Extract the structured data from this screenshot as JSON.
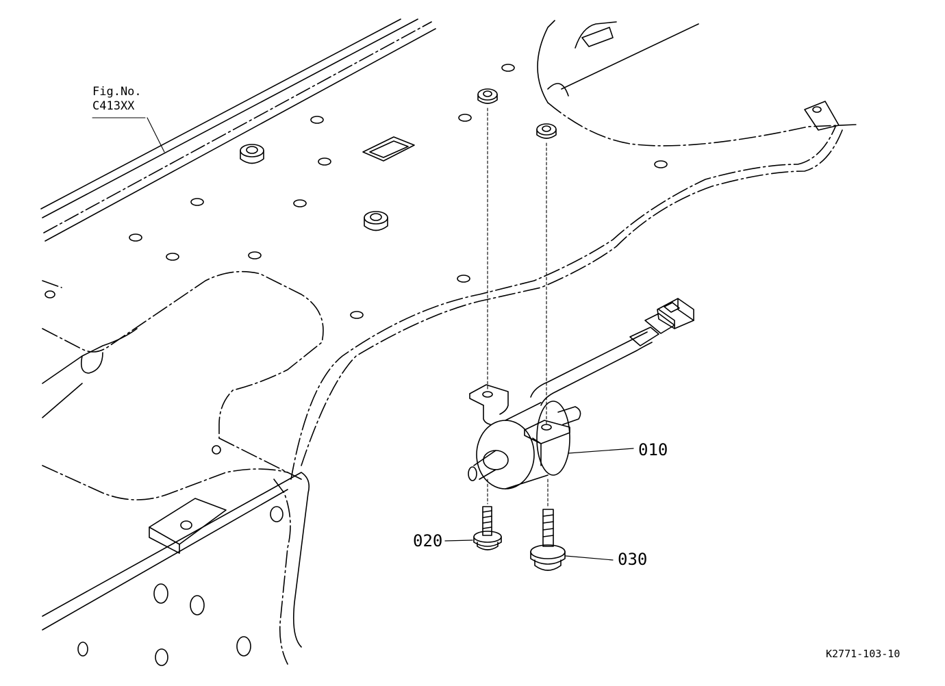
{
  "figure_ref": {
    "line1": "Fig.No.",
    "line2": "C413XX"
  },
  "parts": [
    {
      "callout": "010"
    },
    {
      "callout": "020"
    },
    {
      "callout": "030"
    }
  ],
  "drawing_code": "K2771-103-10",
  "colors": {
    "line": "#000000",
    "background": "#ffffff"
  }
}
